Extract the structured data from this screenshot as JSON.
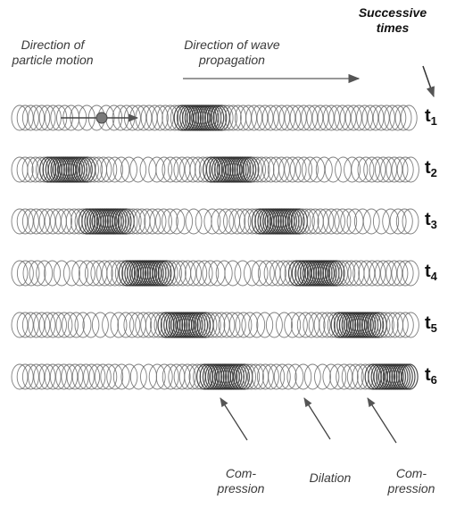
{
  "labels": {
    "successive_times": "Successive times",
    "particle_motion": "Direction of particle motion",
    "wave_propagation": "Direction of wave propagation",
    "compression_left": "Com- pression",
    "dilation": "Dilation",
    "compression_right": "Com- pression"
  },
  "times": [
    {
      "label": "t",
      "sub": "1",
      "dense": [
        0.46
      ],
      "sparse": [
        0.18
      ]
    },
    {
      "label": "t",
      "sub": "2",
      "dense": [
        0.12,
        0.54
      ],
      "sparse": [
        0.3,
        0.8
      ]
    },
    {
      "label": "t",
      "sub": "3",
      "dense": [
        0.22,
        0.66
      ],
      "sparse": [
        0.44,
        0.9
      ]
    },
    {
      "label": "t",
      "sub": "4",
      "dense": [
        0.32,
        0.76
      ],
      "sparse": [
        0.1,
        0.55
      ]
    },
    {
      "label": "t",
      "sub": "5",
      "dense": [
        0.42,
        0.86
      ],
      "sparse": [
        0.2,
        0.64
      ]
    },
    {
      "label": "t",
      "sub": "6",
      "dense": [
        0.52,
        0.95
      ],
      "sparse": [
        0.3,
        0.74
      ]
    }
  ],
  "colors": {
    "coil": "#6a6a6a",
    "coil_dark": "#2e2e2e",
    "text": "#3a3a3a",
    "arrow": "#555555",
    "marker": "#7a7a7a"
  }
}
